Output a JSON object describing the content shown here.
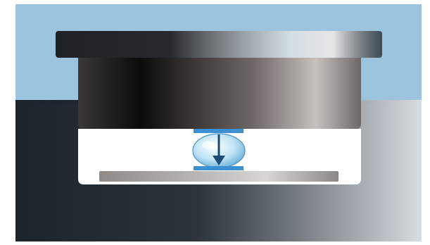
{
  "diagram": {
    "components": [
      {
        "id": "top-plate",
        "kind": "rigid-plate"
      },
      {
        "id": "upper-block",
        "kind": "rigid-block"
      },
      {
        "id": "base-block",
        "kind": "rigid-housing"
      },
      {
        "id": "bottom-plate",
        "kind": "rigid-plate"
      },
      {
        "id": "sample-droplet",
        "kind": "sphere"
      },
      {
        "id": "upper-contact-pad",
        "kind": "pad"
      },
      {
        "id": "lower-contact-pad",
        "kind": "pad"
      }
    ],
    "force_direction": "down",
    "colors": {
      "sky": "#9cc4df",
      "background_block_light": "#d8dde2",
      "background_block_dark": "#1b232b",
      "top_plate_dark": "#202124",
      "top_plate_light": "#e6e6e6",
      "block_dark": "#0b0b0b",
      "block_light": "#c7c1be",
      "cavity": "#ffffff",
      "bottom_plate": "#9a9996",
      "pad": "#3c8fd0",
      "droplet": "#bfe3f5",
      "arrow": "#1d4b73"
    },
    "icons": [
      "arrow-down-icon"
    ]
  }
}
